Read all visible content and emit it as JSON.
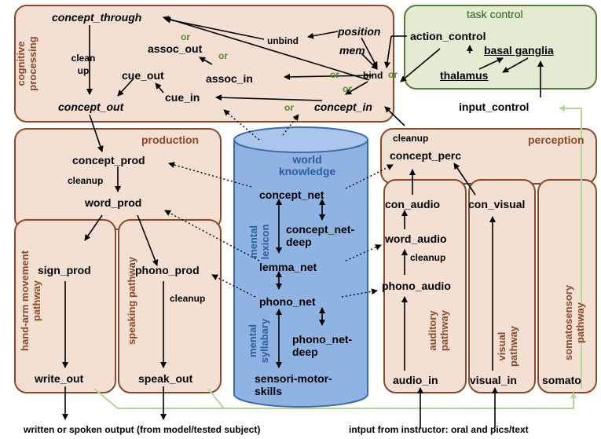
{
  "boxes": {
    "cognitive_title": "cognitive\nprocessing",
    "task_control_title": "task control",
    "production_title": "production",
    "perception_title": "perception",
    "handarm_title": "hand-arm movement\npathway",
    "speaking_title": "speaking pathway",
    "auditory_title": "auditory\npathway",
    "visual_title": "visual\npathway",
    "somato_title": "somatosensory\npathway"
  },
  "nodes": {
    "concept_through": "concept_through",
    "unbind": "unbind",
    "position": "position",
    "mem": "mem",
    "assoc_out": "assoc_out",
    "assoc_in": "assoc_in",
    "cue_out": "cue_out",
    "cue_in": "cue_in",
    "bind": "bind",
    "concept_out": "concept_out",
    "concept_in": "concept_in",
    "clean_up": "clean\nup",
    "action_control": "action_control",
    "basal_ganglia": "basal ganglia",
    "thalamus": "thalamus",
    "input_control": "input_control",
    "concept_prod": "concept_prod",
    "cleanup_prod": "cleanup",
    "word_prod": "word_prod",
    "sign_prod": "sign_prod",
    "phono_prod": "phono_prod",
    "cleanup_speak": "cleanup",
    "write_out": "write_out",
    "speak_out": "speak_out",
    "cleanup_perc": "cleanup",
    "concept_perc": "concept_perc",
    "con_audio": "con_audio",
    "con_visual": "con_visual",
    "word_audio": "word_audio",
    "cleanup_audio": "cleanup",
    "phono_audio": "phono_audio",
    "audio_in": "audio_in",
    "visual_in": "visual_in",
    "somato": "somato"
  },
  "world": {
    "title": "world\nknowledge",
    "mental_lexicon": "mental\nlexicon",
    "mental_syllabary": "mental\nsyllabary",
    "concept_net": "concept_net",
    "concept_net_deep": "concept_net-\ndeep",
    "lemma_net": "lemma_net",
    "phono_net": "phono_net",
    "phono_net_deep": "phono_net-\ndeep",
    "sensori": "sensori-motor-\nskills"
  },
  "or_label": "or",
  "bottom": {
    "output": "written or spoken output (from model/tested subject)",
    "input": "intput from instructor: oral and pics/text"
  },
  "colors": {
    "box_border": "#8a4a2a",
    "box_fill": "#f4dfd3",
    "task_border": "#5a7a3a",
    "task_fill": "#e2ecd3",
    "cylinder_fill": "#8fb3e3",
    "or_color": "#4f8a2a",
    "green_line": "#b5d69a"
  }
}
